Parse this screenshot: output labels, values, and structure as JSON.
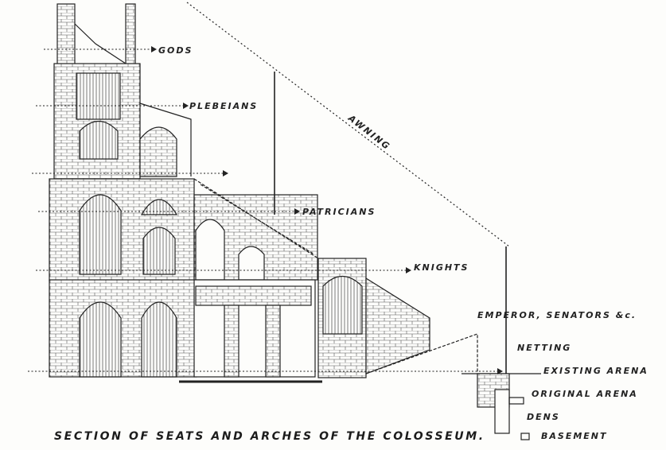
{
  "caption": "SECTION OF SEATS AND ARCHES OF THE COLOSSEUM.",
  "labels": {
    "gods": "GODS",
    "plebeians": "PLEBEIANS",
    "awning": "AWNING",
    "patricians": "PATRICIANS",
    "knights": "KNIGHTS",
    "emperor": "EMPEROR, SENATORS &c.",
    "netting": "NETTING",
    "existing_arena": "EXISTING ARENA",
    "original_arena": "ORIGINAL ARENA",
    "dens": "DENS",
    "basement": "BASEMENT"
  },
  "colors": {
    "ink": "#222222",
    "paper": "#fdfdfb"
  }
}
